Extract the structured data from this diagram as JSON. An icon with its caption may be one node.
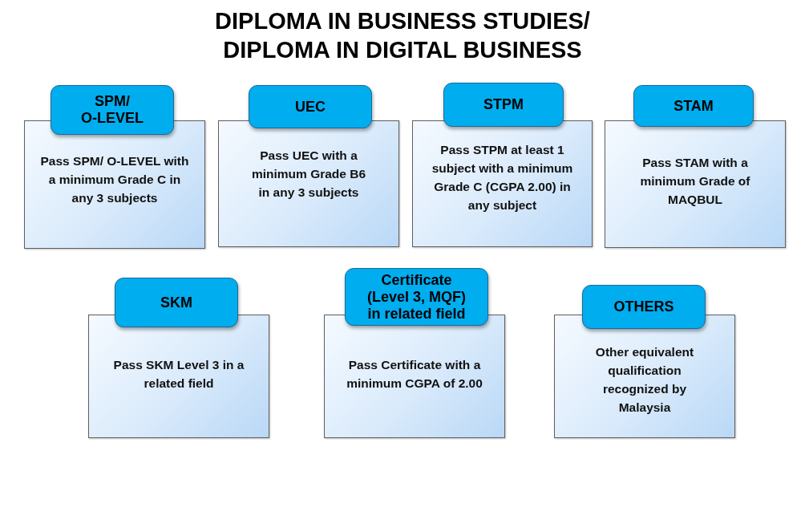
{
  "diagram": {
    "title": "DIPLOMA IN BUSINESS STUDIES/ DIPLOMA IN DIGITAL BUSINESS",
    "nodes": [
      {
        "text": [
          "SPM/ O-LEVEL"
        ]
      },
      {
        "text": [
          "Pass SPM/ O-LEVEL with a minimum Grade C in any 3 subjects"
        ]
      },
      {
        "text": [
          "UEC"
        ]
      },
      {
        "text": [
          "Pass UEC with a minimum Grade B6 in any 3 subjects"
        ]
      },
      {
        "text": [
          "STPM"
        ]
      },
      {
        "text": [
          "Pass STPM at least 1 subject with a minimum Grade C (CGPA 2.00) in any subject"
        ]
      },
      {
        "text": [
          "STAM"
        ]
      },
      {
        "text": [
          "Pass STAM with a minimum Grade of MAQBUL"
        ]
      },
      {
        "text": [
          "SKM"
        ]
      },
      {
        "text": [
          "Pass SKM Level 3 in a related field"
        ]
      },
      {
        "text": [
          "Certificate (Level 3, MQF) in related field"
        ]
      },
      {
        "text": [
          "Pass Certificate with a minimum CGPA of 2.00"
        ]
      },
      {
        "text": [
          "OTHERS"
        ]
      },
      {
        "text": [
          "Other equivalent qualification recognized by Malaysia"
        ]
      }
    ]
  }
}
